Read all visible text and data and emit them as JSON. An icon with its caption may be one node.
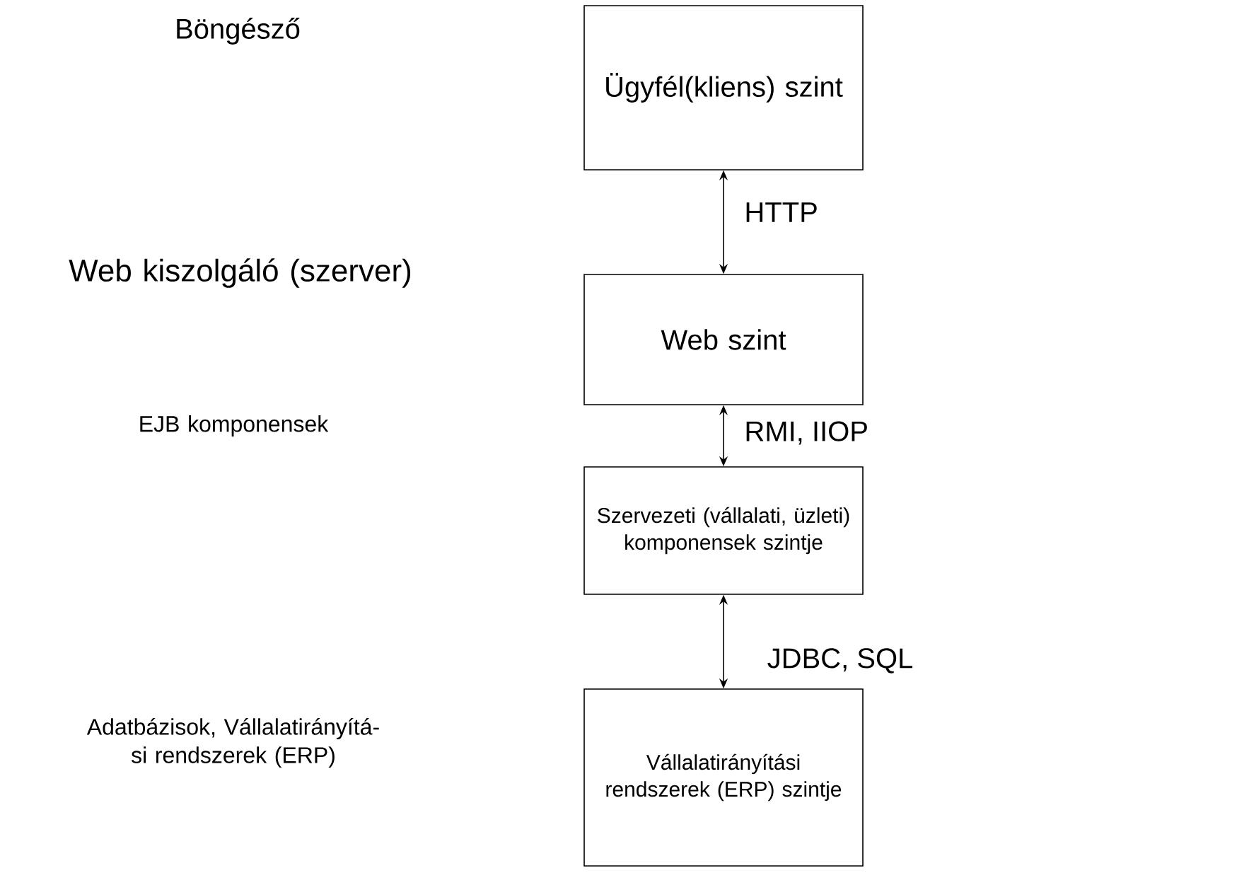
{
  "diagram": {
    "nodes": [
      {
        "text": [
          "Ügyfél(kliens) szint"
        ]
      },
      {
        "text": [
          "Web szint"
        ]
      },
      {
        "text": [
          "Szervezeti (vállalati, üzleti) komponensek szintje"
        ]
      },
      {
        "text": [
          "Vállalatirányítási rendszerek (ERP) szintje"
        ]
      }
    ],
    "labels": [
      "Böngésző",
      "Web kiszolgáló (szerver)",
      "EJB komponensek",
      "Adatbázisok, Vállalatirányítá- si rendszerek (ERP)"
    ],
    "edges": [
      {
        "from": 0,
        "to": 1,
        "arrow": "both",
        "label": "HTTP"
      },
      {
        "from": 1,
        "to": 2,
        "arrow": "both",
        "label": "RMI, IIOP"
      },
      {
        "from": 2,
        "to": 3,
        "arrow": "both",
        "label": "JDBC, SQL"
      }
    ]
  }
}
